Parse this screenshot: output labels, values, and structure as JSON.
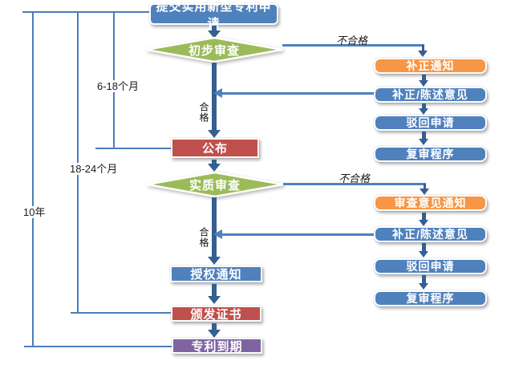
{
  "flow": {
    "submit": "提交实用新型专利申请",
    "preliminary_exam": "初步审查",
    "publish": "公布",
    "substantive_exam": "实质审查",
    "grant_notice": "授权通知",
    "issue_certificate": "颁发证书",
    "patent_expire": "专利到期"
  },
  "branch_preliminary": {
    "steps": [
      "补正通知",
      "补正/陈述意见",
      "驳回申请",
      "复审程序"
    ]
  },
  "branch_substantive": {
    "steps": [
      "审查意见通知",
      "补正/陈述意见",
      "驳回申请",
      "复审程序"
    ]
  },
  "labels": {
    "pass": "合格",
    "fail": "不合格",
    "duration_to_publish": "6-18个月",
    "duration_to_grant": "18-24个月",
    "duration_to_expire": "10年"
  },
  "colors": {
    "process_blue": "#4F81BD",
    "notice_orange": "#F79646",
    "milestone_red": "#C0504D",
    "expiry_purple": "#8064A2",
    "decision_green": "#9BBB59",
    "connector_blue": "#4A7EBB",
    "arrow_dark_blue": "#365F91"
  }
}
